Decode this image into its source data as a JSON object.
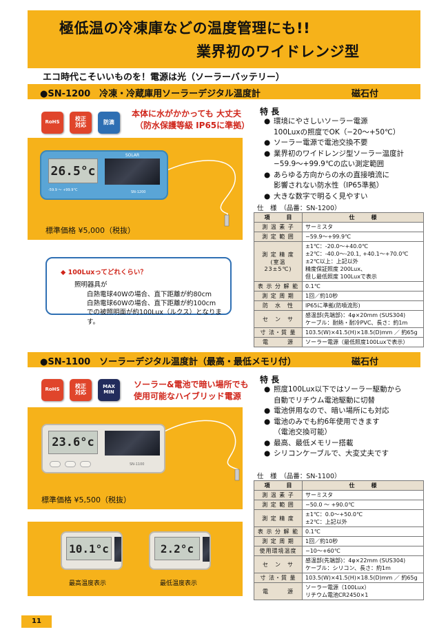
{
  "header": {
    "line1": "極低温の冷凍庫などの温度管理にも!!",
    "line2": "業界初のワイドレンジ型"
  },
  "tagline": "エコ時代こそいいものを！電源は光（ソーラーバッテリー）",
  "product1": {
    "title": "●SN-1200　冷凍・冷蔵庫用ソーラーデジタル温度計",
    "magnet": "磁石付",
    "badges": [
      "RoHS",
      "校正\n対応",
      "防滴"
    ],
    "catch1": "本体に水がかかっても 大丈夫",
    "catch2": "（防水保護等級 IP65に準拠）",
    "device": {
      "reading": "26.5°c",
      "brand": "SOLAR",
      "range": "-59.9 〜 +99.9°C",
      "model": "SN-1200"
    },
    "price": "標準価格 ¥5,000（税抜）",
    "features_heading": "特 長",
    "features": [
      [
        "環境にやさしいソーラー電源",
        "100Luxの照度でOK（−20〜+50℃）"
      ],
      [
        "ソーラー電源で電池交換不要"
      ],
      [
        "業界初のワイドレンジ型ソーラー温度計",
        "−59.9〜+99.9℃の広い測定範囲"
      ],
      [
        "あらゆる方向からの水の直接噴流に",
        "影響されない防水性（IP65準拠）"
      ],
      [
        "大きな数字で明るく見やすい"
      ]
    ],
    "spec_title": "仕　様　（品番：SN-1200）",
    "spec_header": [
      "項　　　目",
      "仕　　　様"
    ],
    "spec": [
      [
        "測 温 素 子",
        [
          "サーミスタ"
        ]
      ],
      [
        "測 定 範 囲",
        [
          "−59.9〜+99.9℃"
        ]
      ],
      [
        "測 定 精 度\n(室温23±5℃)",
        [
          "±1℃：-20.0〜+40.0℃",
          "±2℃：-40.0〜-20.1, +40.1〜+70.0℃",
          "±2℃以上：上記以外",
          "精度保証照度 200Lux、",
          "但し最低照度 100Luxで表示"
        ]
      ],
      [
        "表 示 分 解 能",
        [
          "0.1℃"
        ]
      ],
      [
        "測 定 周 期",
        [
          "1回／約10秒"
        ]
      ],
      [
        "防　水　性",
        [
          "IP65に準拠(防噴流形)"
        ]
      ],
      [
        "セ　ン　サ",
        [
          "感温部(先端部)：4φ×20mm (SUS304)",
          "ケーブル：耐熱・耐冷PVC、長さ：約1m"
        ]
      ],
      [
        "寸 法・質 量",
        [
          "103.5(W)×41.5(H)×18.5(D)mm ／ 約65g"
        ]
      ],
      [
        "電　　　源",
        [
          "ソーラー電源（最低照度100Luxで表示）"
        ]
      ]
    ]
  },
  "note": {
    "title": "◆ 100Luxってどれくらい？",
    "lines": [
      "照明器具が",
      "白熱電球40Wの場合、直下距離が約80cm",
      "白熱電球60Wの場合、直下距離が約100cm",
      "での被照明面が約100Lux（ルクス）となります。"
    ]
  },
  "product2": {
    "title": "●SN-1100　ソーラーデジタル温度計（最高・最低メモリ付）",
    "magnet": "磁石付",
    "badges": [
      "RoHS",
      "校正\n対応",
      "MAX\nMIN"
    ],
    "catch1": "ソーラー&電池で暗い場所でも",
    "catch2": "使用可能なハイブリッド電源",
    "device": {
      "reading": "23.6°c",
      "model": "SN-1100"
    },
    "price": "標準価格 ¥5,500（税抜）",
    "max_reading": "10.1°c",
    "min_reading": "2.2°c",
    "max_caption": "最高温度表示",
    "min_caption": "最低温度表示",
    "features_heading": "特 長",
    "features": [
      [
        "照度100Lux以下ではソーラー駆動から",
        "自動でリチウム電池駆動に切替"
      ],
      [
        "電池併用なので、暗い場所にも対応"
      ],
      [
        "電池のみでも約6年使用できます",
        "（電池交換可能）"
      ],
      [
        "最高、最低メモリー搭載"
      ],
      [
        "シリコンケーブルで、大変丈夫です"
      ]
    ],
    "spec_title": "仕　様　（品番：SN-1100）",
    "spec_header": [
      "項　　　目",
      "仕　　　様"
    ],
    "spec": [
      [
        "測 温 素 子",
        [
          "サーミスタ"
        ]
      ],
      [
        "測 定 範 囲",
        [
          "−50.0 〜 +90.0℃"
        ]
      ],
      [
        "測 定 精 度",
        [
          "±1℃：0.0〜+50.0℃",
          "±2℃：上記以外"
        ]
      ],
      [
        "表 示 分 解 能",
        [
          "0.1℃"
        ]
      ],
      [
        "測 定 周 期",
        [
          "1回／約10秒"
        ]
      ],
      [
        "使用環境温度",
        [
          "−10〜+60℃"
        ]
      ],
      [
        "セ　ン　サ",
        [
          "感温部(先端部)：4φ×22mm (SUS304)",
          "ケーブル：シリコン、長さ：約1m"
        ]
      ],
      [
        "寸 法・質 量",
        [
          "103.5(W)×41.5(H)×18.5(D)mm ／ 約65g"
        ]
      ],
      [
        "電　　　源",
        [
          "ソーラー電源（100Lux）",
          "リチウム電池CR2450×1"
        ]
      ]
    ]
  },
  "page_number": "11",
  "colors": {
    "accent": "#f6b21a",
    "red": "#d0261b",
    "blue": "#2e6fb3"
  }
}
